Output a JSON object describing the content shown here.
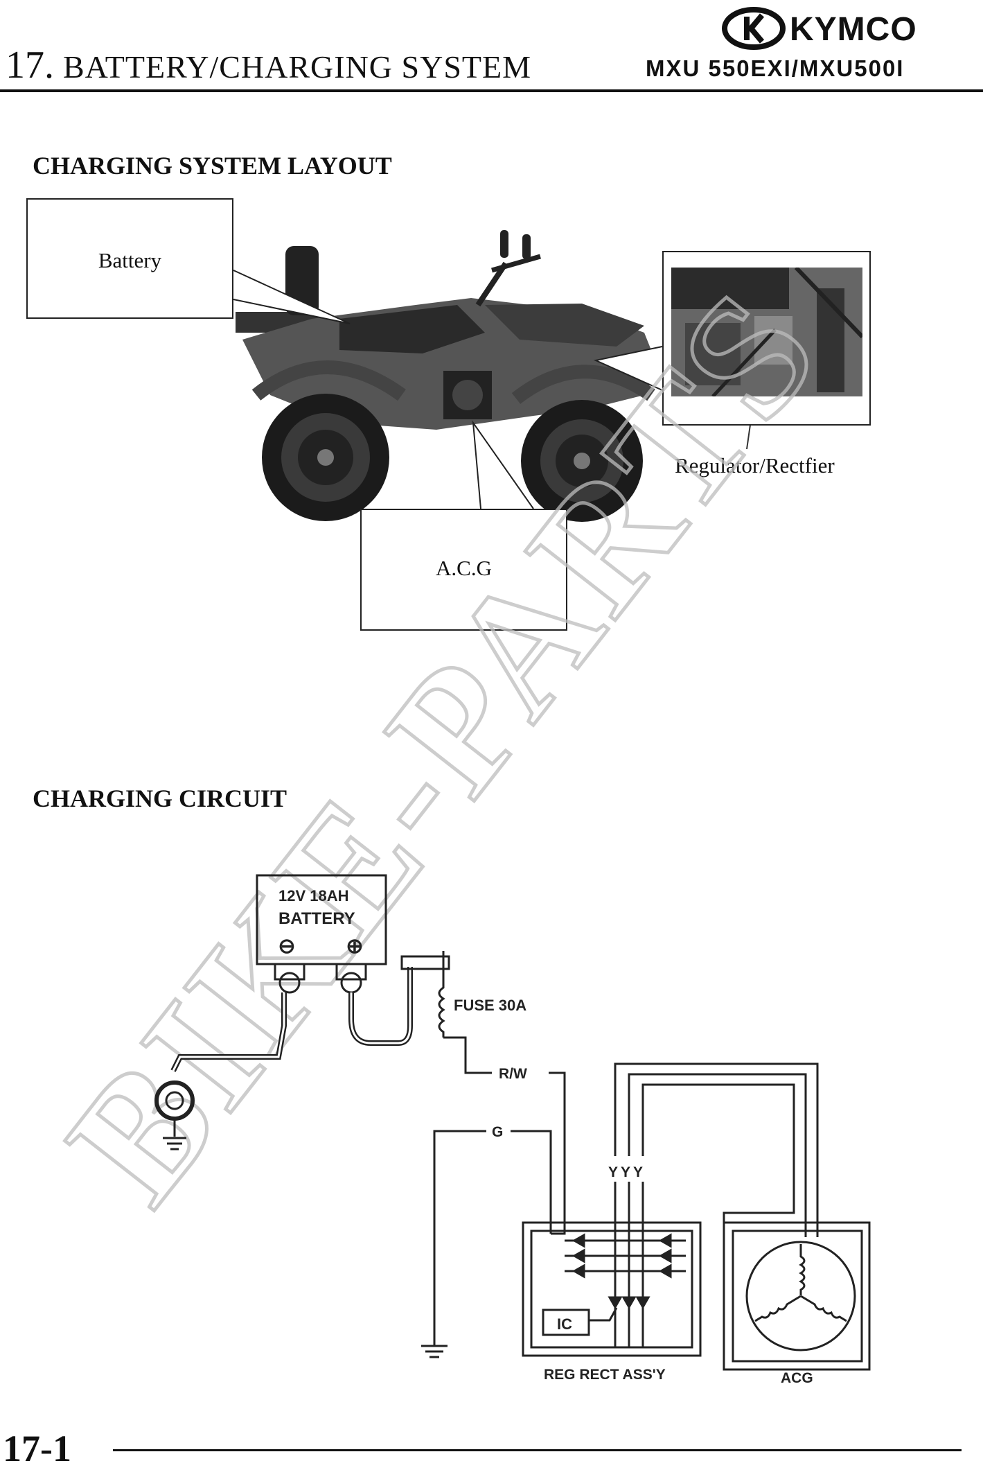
{
  "header": {
    "brand": "KYMCO",
    "chapter_number": "17.",
    "chapter_title": "BATTERY/CHARGING SYSTEM",
    "model": "MXU 550EXI/MXU500I"
  },
  "layout_section": {
    "heading": "CHARGING SYSTEM LAYOUT",
    "callouts": {
      "battery": "Battery",
      "regulator": "Regulator/Rectfier",
      "acg": "A.C.G"
    }
  },
  "circuit_section": {
    "heading": "CHARGING CIRCUIT",
    "battery_line1": "12V 18AH",
    "battery_line2": "BATTERY",
    "fuse": "FUSE 30A",
    "wire_rw": "R/W",
    "wire_g": "G",
    "wire_yyy": "YYY",
    "ic": "IC",
    "reg_rect": "REG RECT ASS'Y",
    "acg": "ACG"
  },
  "watermark": "BIKE-PARTS",
  "footer": {
    "page_number": "17-1"
  }
}
